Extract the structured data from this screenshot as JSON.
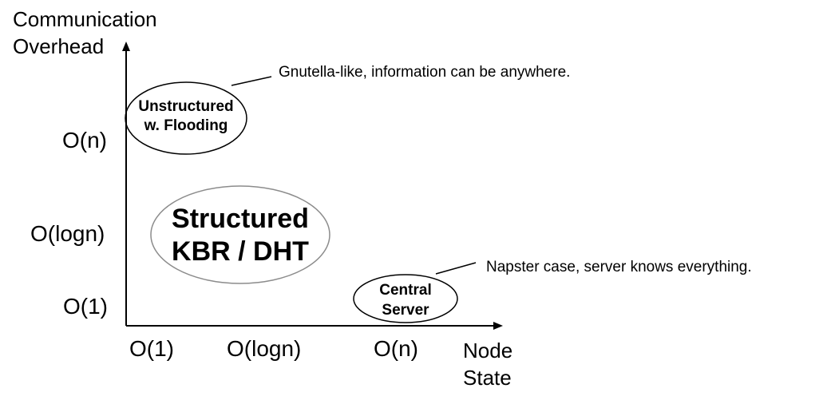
{
  "y_axis": {
    "title_line1": "Communication",
    "title_line2": "Overhead",
    "ticks": [
      "O(n)",
      "O(logn)",
      "O(1)"
    ]
  },
  "x_axis": {
    "title_line1": "Node",
    "title_line2": "State",
    "ticks": [
      "O(1)",
      "O(logn)",
      "O(n)"
    ]
  },
  "bubbles": {
    "unstructured": {
      "line1": "Unstructured",
      "line2": "w. Flooding"
    },
    "structured": {
      "line1": "Structured",
      "line2": "KBR / DHT"
    },
    "central": {
      "line1": "Central",
      "line2": "Server"
    }
  },
  "annotations": {
    "gnutella": "Gnutella-like, information can be anywhere.",
    "napster": "Napster case, server knows everything."
  },
  "colors": {
    "axis": "#000000",
    "bubble_border": "#000000",
    "structured_border": "#8c8c8c"
  }
}
